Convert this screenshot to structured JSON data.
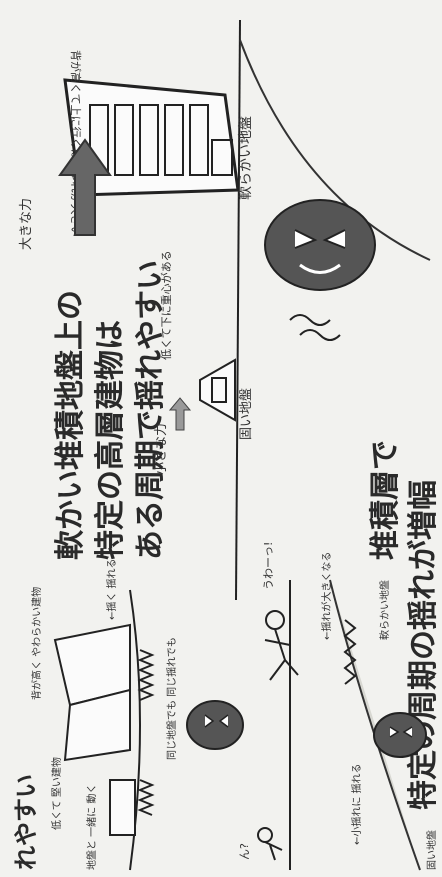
{
  "captions": {
    "partial_top_left": "れやすい",
    "main_line1": "軟かい堆積地盤上の",
    "main_line2": "特定の高層建物は",
    "main_line3": "ある周期で揺れやすい",
    "bottom_line1": "堆積層で",
    "bottom_line2": "特定の周期の揺れが増幅"
  },
  "annotations": {
    "large_force": "大きな力",
    "small_force": "小さな力",
    "tall_building_note": "背が高くて上に行くほどゆれが大きい",
    "soft_ground_right": "軟らかい地盤",
    "low_building_note": "低くて下に重心がある",
    "hard_ground": "固い地盤",
    "tall_soft_building": "背が高く やわらかい建物",
    "sway_note": "←揺く 揺れる",
    "low_hard_building": "低くて 堅い建物",
    "ground_motion": "地盤と 一緒に 動く",
    "same_ground": "同じ地盤でも 同じ揺れでも",
    "small_shake": "←小揺れに 揺れる",
    "big_shake": "←揺れが大きくなる",
    "soft_ground_bottom": "軟らかい地盤",
    "hard_ground_bottom": "固い地盤",
    "exclaim_uwa": "うわーっ!",
    "exclaim_n": "ん?"
  }
}
